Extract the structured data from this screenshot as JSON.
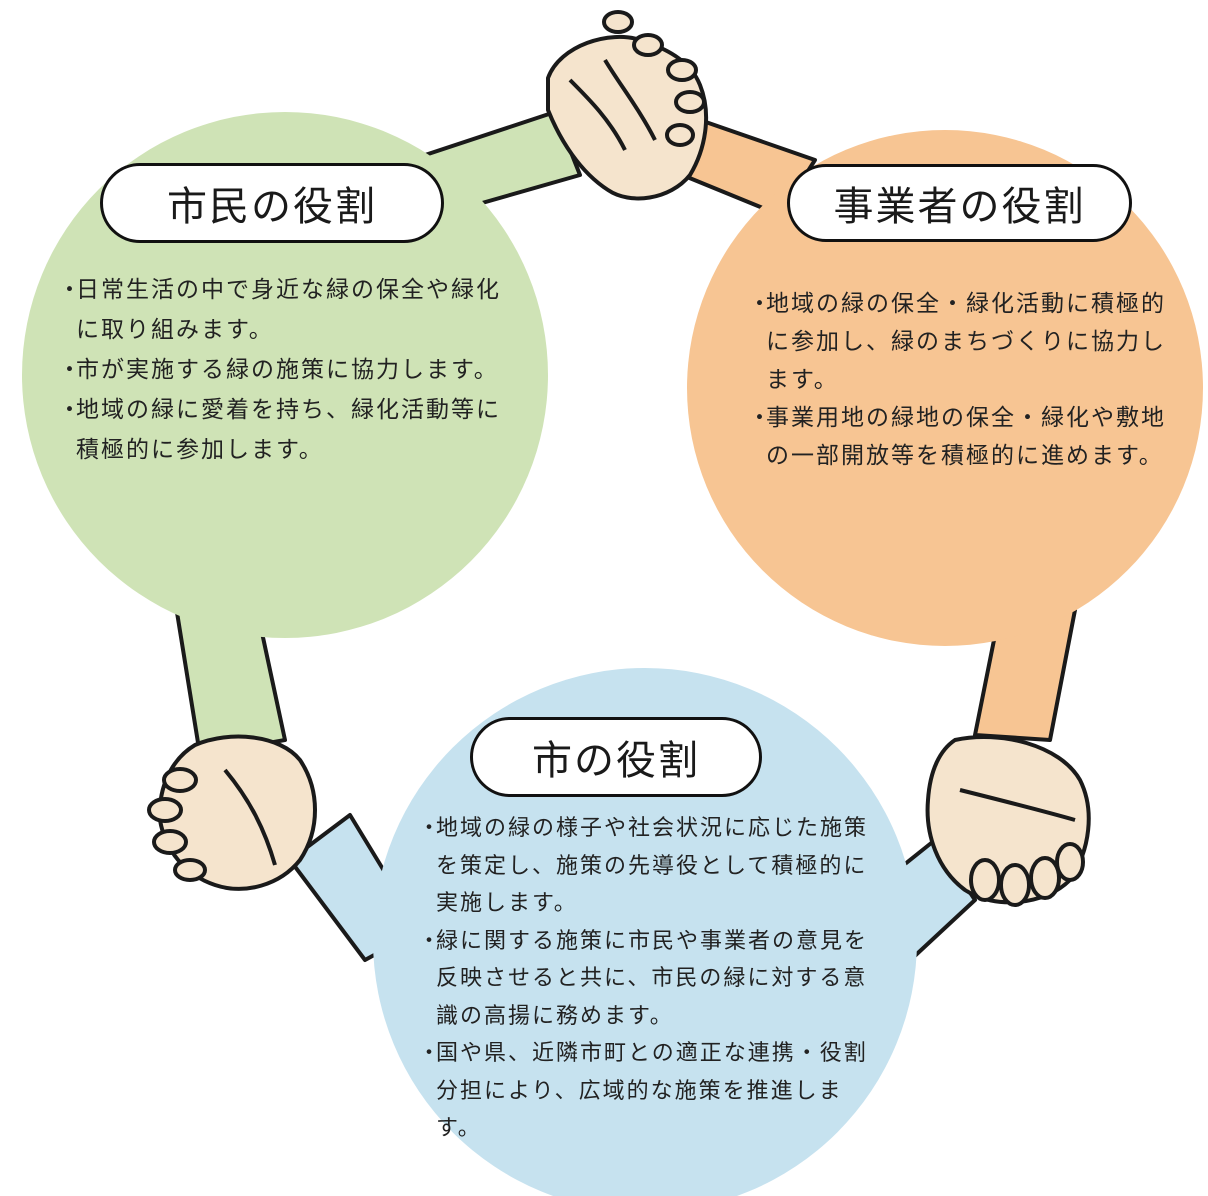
{
  "colors": {
    "citizen": "#cfe3b6",
    "business": "#f7c593",
    "city": "#c6e2ef",
    "skin": "#f5e4cd",
    "outline": "#1a1a1a"
  },
  "roles": {
    "citizen": {
      "title": "市民の役割",
      "items": [
        "日常生活の中で身近な緑の保全や緑化に取り組みます。",
        "市が実施する緑の施策に協力します。",
        "地域の緑に愛着を持ち、緑化活動等に積極的に参加します。"
      ]
    },
    "business": {
      "title": "事業者の役割",
      "items": [
        "地域の緑の保全・緑化活動に積極的に参加し、緑のまちづくりに協力します。",
        "事業用地の緑地の保全・緑化や敷地の一部開放等を積極的に進めます。"
      ]
    },
    "city": {
      "title": "市の役割",
      "items": [
        "地域の緑の様子や社会状況に応じた施策を策定し、施策の先導役として積極的に実施します。",
        "緑に関する施策に市民や事業者の意見を反映させると共に、市民の緑に対する意識の高揚に務めます。",
        "国や県、近隣市町との適正な連携・役割分担により、広域的な施策を推進します。"
      ]
    }
  }
}
